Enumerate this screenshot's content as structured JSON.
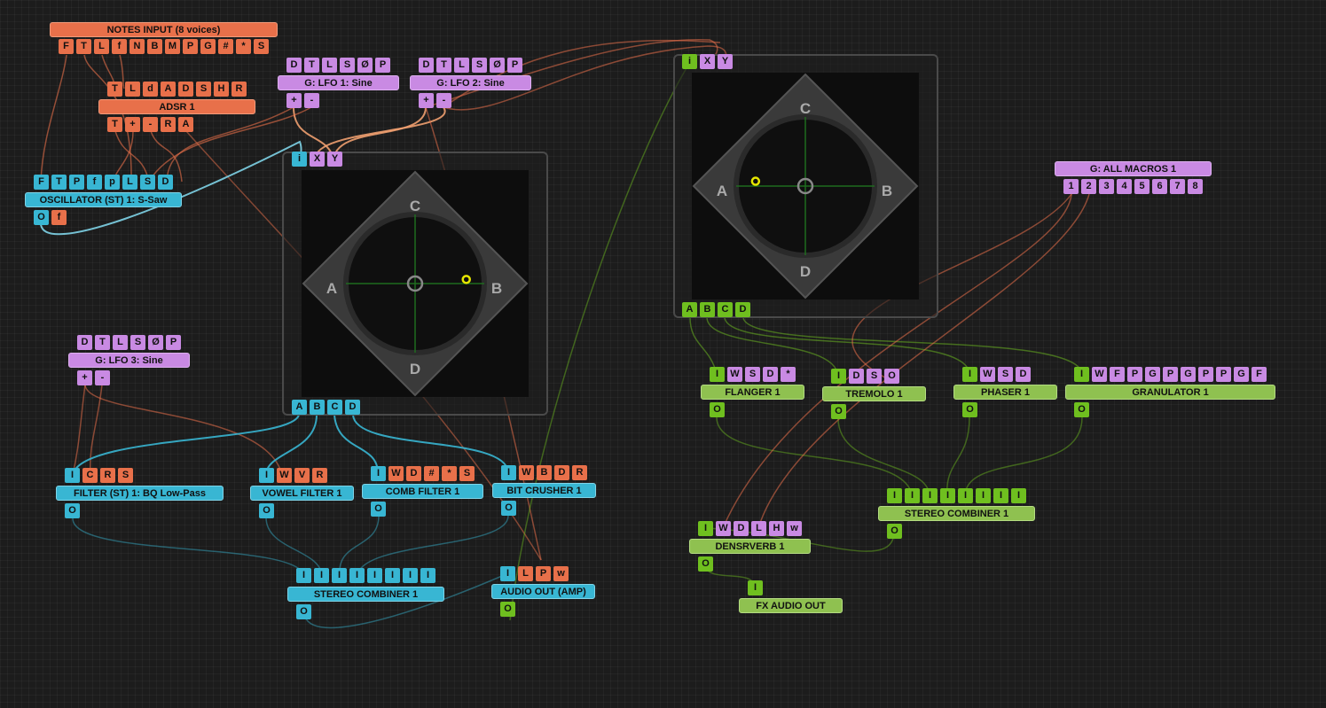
{
  "colors": {
    "orange": "#e8704a",
    "purple": "#c98ae3",
    "cyan": "#38b6d3",
    "green": "#6fbf1f",
    "green_title": "#8fc150"
  },
  "nodes": {
    "notes_input": {
      "title": "NOTES INPUT  (8 voices)",
      "out": [
        "F",
        "T",
        "L",
        "f",
        "N",
        "B",
        "M",
        "P",
        "G",
        "#",
        "*",
        "S"
      ]
    },
    "adsr1": {
      "title": "ADSR 1",
      "in": [
        "T",
        "L",
        "d",
        "A",
        "D",
        "S",
        "H",
        "R"
      ],
      "out": [
        "T",
        "+",
        "-",
        "R",
        "A"
      ]
    },
    "lfo1": {
      "title": "G: LFO 1: Sine",
      "in": [
        "D",
        "T",
        "L",
        "S",
        "Ø",
        "P"
      ],
      "out": [
        "+",
        "-"
      ]
    },
    "lfo2": {
      "title": "G: LFO 2: Sine",
      "in": [
        "D",
        "T",
        "L",
        "S",
        "Ø",
        "P"
      ],
      "out": [
        "+",
        "-"
      ]
    },
    "osc1": {
      "title": "OSCILLATOR (ST) 1: S-Saw",
      "in": [
        "F",
        "T",
        "P",
        "f",
        "p",
        "L",
        "S",
        "D"
      ],
      "out": [
        "O",
        "f"
      ]
    },
    "lfo3": {
      "title": "G: LFO 3: Sine",
      "in": [
        "D",
        "T",
        "L",
        "S",
        "Ø",
        "P"
      ],
      "out": [
        "+",
        "-"
      ]
    },
    "filter1": {
      "title": "FILTER (ST) 1: BQ Low-Pass",
      "in": [
        "I",
        "C",
        "R",
        "S"
      ],
      "out": [
        "O"
      ]
    },
    "vowel1": {
      "title": "VOWEL FILTER 1",
      "in": [
        "I",
        "W",
        "V",
        "R"
      ],
      "out": [
        "O"
      ]
    },
    "comb1": {
      "title": "COMB FILTER 1",
      "in": [
        "I",
        "W",
        "D",
        "#",
        "*",
        "S"
      ],
      "out": [
        "O"
      ]
    },
    "bitcrusher1": {
      "title": "BIT CRUSHER 1",
      "in": [
        "I",
        "W",
        "B",
        "D",
        "R"
      ],
      "out": [
        "O"
      ]
    },
    "combiner_a": {
      "title": "STEREO COMBINER 1",
      "in": [
        "I",
        "I",
        "I",
        "I",
        "I",
        "I",
        "I",
        "I"
      ],
      "out": [
        "O"
      ]
    },
    "audio_out": {
      "title": "AUDIO OUT (AMP)",
      "in": [
        "I",
        "L",
        "P",
        "w"
      ],
      "out": [
        "O"
      ]
    },
    "macros": {
      "title": "G: ALL MACROS 1",
      "out": [
        "1",
        "2",
        "3",
        "4",
        "5",
        "6",
        "7",
        "8"
      ]
    },
    "flanger1": {
      "title": "FLANGER 1",
      "in": [
        "I",
        "W",
        "S",
        "D",
        "*"
      ],
      "out": [
        "O"
      ]
    },
    "tremolo1": {
      "title": "TREMOLO 1",
      "in": [
        "I",
        "D",
        "S",
        "O"
      ],
      "out": [
        "O"
      ]
    },
    "phaser1": {
      "title": "PHASER 1",
      "in": [
        "I",
        "W",
        "S",
        "D"
      ],
      "out": [
        "O"
      ]
    },
    "granulator1": {
      "title": "GRANULATOR 1",
      "in": [
        "I",
        "W",
        "F",
        "P",
        "G",
        "P",
        "G",
        "P",
        "P",
        "G",
        "F"
      ],
      "out": [
        "O"
      ]
    },
    "combiner_b": {
      "title": "STEREO COMBINER 1",
      "in": [
        "I",
        "I",
        "I",
        "I",
        "I",
        "I",
        "I",
        "I"
      ],
      "out": [
        "O"
      ]
    },
    "densrverb1": {
      "title": "DENSRVERB 1",
      "in": [
        "I",
        "W",
        "D",
        "L",
        "H",
        "w"
      ],
      "out": [
        "O"
      ]
    },
    "fx_out": {
      "title": "FX AUDIO OUT",
      "in": [
        "I"
      ]
    }
  },
  "pads": {
    "pad1": {
      "in": [
        "i",
        "X",
        "Y"
      ],
      "out": [
        "A",
        "B",
        "C",
        "D"
      ],
      "corners": [
        "C",
        "A",
        "B",
        "D"
      ],
      "cursor": [
        0.74,
        -0.06
      ]
    },
    "pad2": {
      "in": [
        "i",
        "X",
        "Y"
      ],
      "out": [
        "A",
        "B",
        "C",
        "D"
      ],
      "corners": [
        "C",
        "A",
        "B",
        "D"
      ],
      "cursor": [
        -0.72,
        -0.07
      ]
    }
  }
}
